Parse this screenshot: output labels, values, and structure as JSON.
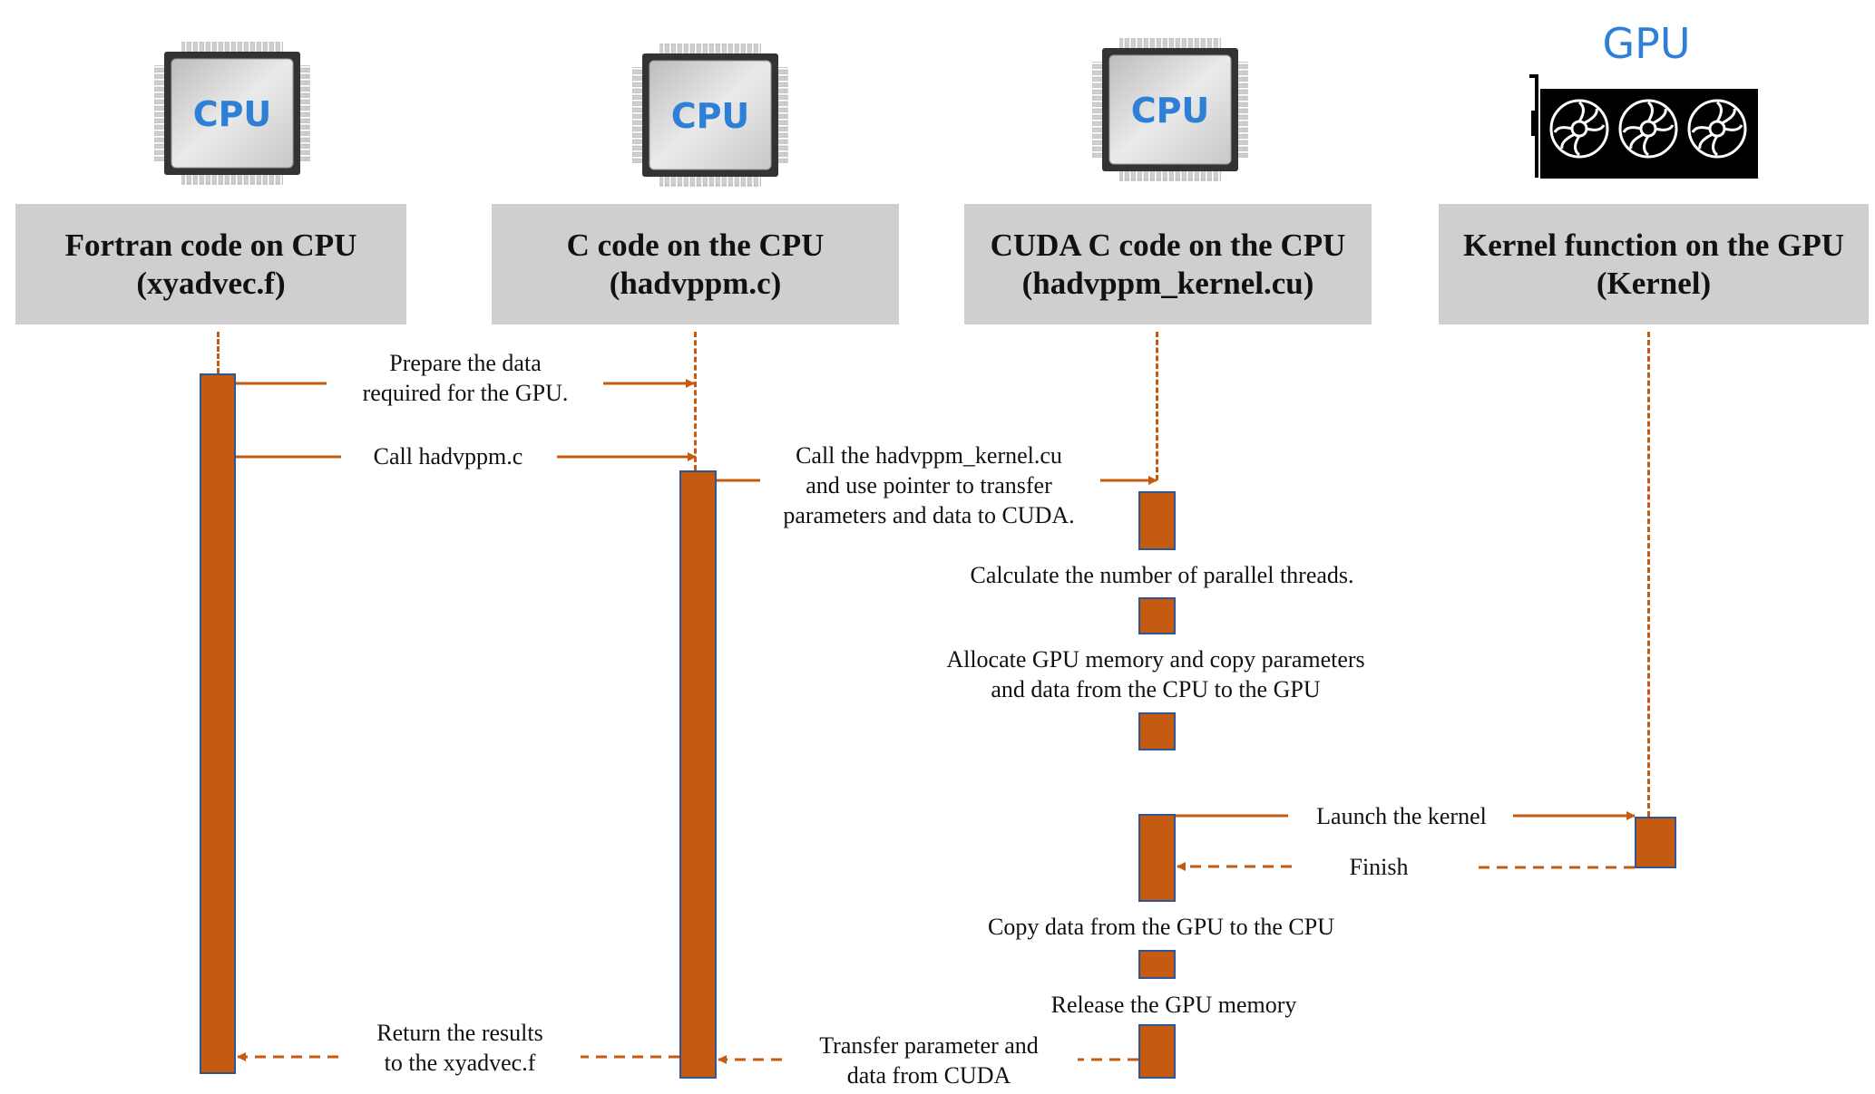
{
  "participants": [
    {
      "id": "fortran",
      "icon": "cpu-chip-icon",
      "icon_label": "CPU",
      "title": "Fortran code on CPU",
      "subtitle": "(xyadvec.f)"
    },
    {
      "id": "c",
      "icon": "cpu-chip-icon",
      "icon_label": "CPU",
      "title": "C code on the CPU",
      "subtitle": "(hadvppm.c)"
    },
    {
      "id": "cuda",
      "icon": "cpu-chip-icon",
      "icon_label": "CPU",
      "title": "CUDA C code on the CPU",
      "subtitle": "(hadvppm_kernel.cu)"
    },
    {
      "id": "kernel",
      "icon": "gpu-card-icon",
      "icon_label": "GPU",
      "title": "Kernel function on the GPU",
      "subtitle": "(Kernel)"
    }
  ],
  "messages": [
    {
      "from": "fortran",
      "to": "c",
      "style": "solid",
      "lines": [
        "Prepare the data",
        "required for the GPU."
      ]
    },
    {
      "from": "fortran",
      "to": "c",
      "style": "solid",
      "lines": [
        "Call hadvppm.c"
      ]
    },
    {
      "from": "c",
      "to": "cuda",
      "style": "solid",
      "lines": [
        "Call the hadvppm_kernel.cu",
        "and use pointer to transfer",
        "parameters and data to CUDA."
      ]
    },
    {
      "from": "cuda",
      "to": "cuda",
      "style": "note",
      "lines": [
        "Calculate the number of parallel threads."
      ]
    },
    {
      "from": "cuda",
      "to": "cuda",
      "style": "note",
      "lines": [
        "Allocate GPU memory and copy parameters",
        "and data from the CPU to the GPU"
      ]
    },
    {
      "from": "cuda",
      "to": "kernel",
      "style": "solid",
      "lines": [
        "Launch the kernel"
      ]
    },
    {
      "from": "kernel",
      "to": "cuda",
      "style": "dashed",
      "lines": [
        "Finish"
      ]
    },
    {
      "from": "cuda",
      "to": "cuda",
      "style": "note",
      "lines": [
        "Copy data from the GPU to the CPU"
      ]
    },
    {
      "from": "cuda",
      "to": "cuda",
      "style": "note",
      "lines": [
        "Release the GPU memory"
      ]
    },
    {
      "from": "cuda",
      "to": "c",
      "style": "dashed",
      "lines": [
        "Transfer parameter and",
        "data from CUDA"
      ]
    },
    {
      "from": "c",
      "to": "fortran",
      "style": "dashed",
      "lines": [
        "Return the results",
        "to the xyadvec.f"
      ]
    }
  ],
  "colors": {
    "arrow": "#c55a11",
    "activation_fill": "#c55a11",
    "activation_border": "#2f5597",
    "header_fill": "#d0cece",
    "icon_text": "#2e7fd6"
  }
}
